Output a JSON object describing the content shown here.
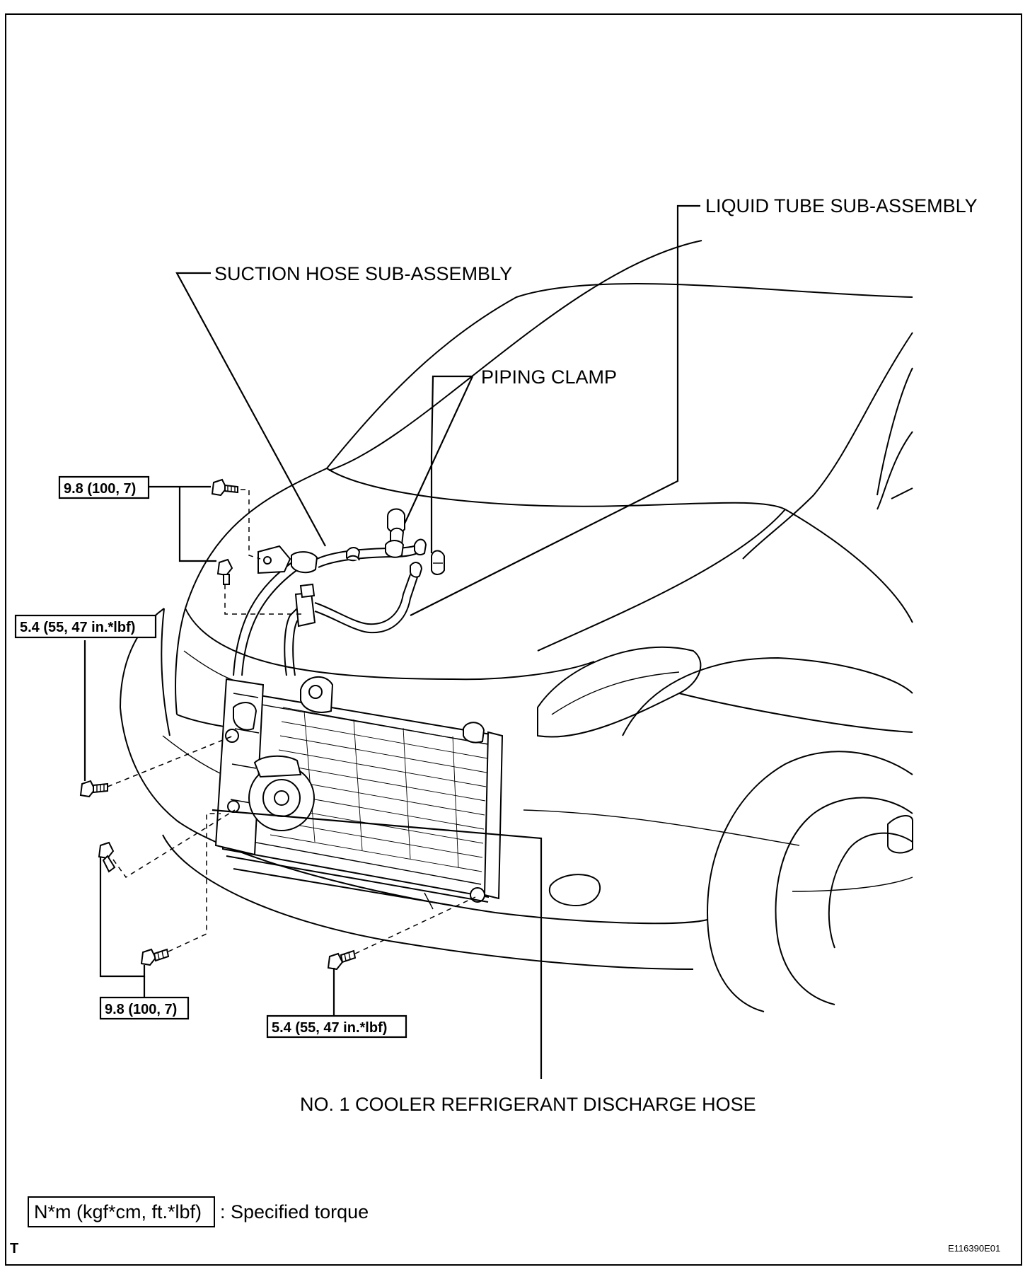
{
  "labels": {
    "liquid_tube": "LIQUID TUBE SUB-ASSEMBLY",
    "suction_hose": "SUCTION HOSE SUB-ASSEMBLY",
    "piping_clamp": "PIPING CLAMP",
    "discharge_hose": "NO. 1 COOLER REFRIGERANT DISCHARGE HOSE"
  },
  "torques": {
    "top_bolt": "9.8 (100, 7)",
    "left_bolt": "5.4 (55, 47 in.*lbf)",
    "bottom_left_bolt": "9.8 (100, 7)",
    "bottom_right_bolt": "5.4 (55, 47 in.*lbf)"
  },
  "legend": {
    "unit": "N*m (kgf*cm, ft.*lbf)",
    "description": ": Specified torque"
  },
  "footer": {
    "corner_mark": "T",
    "figure_code": "E116390E01"
  }
}
